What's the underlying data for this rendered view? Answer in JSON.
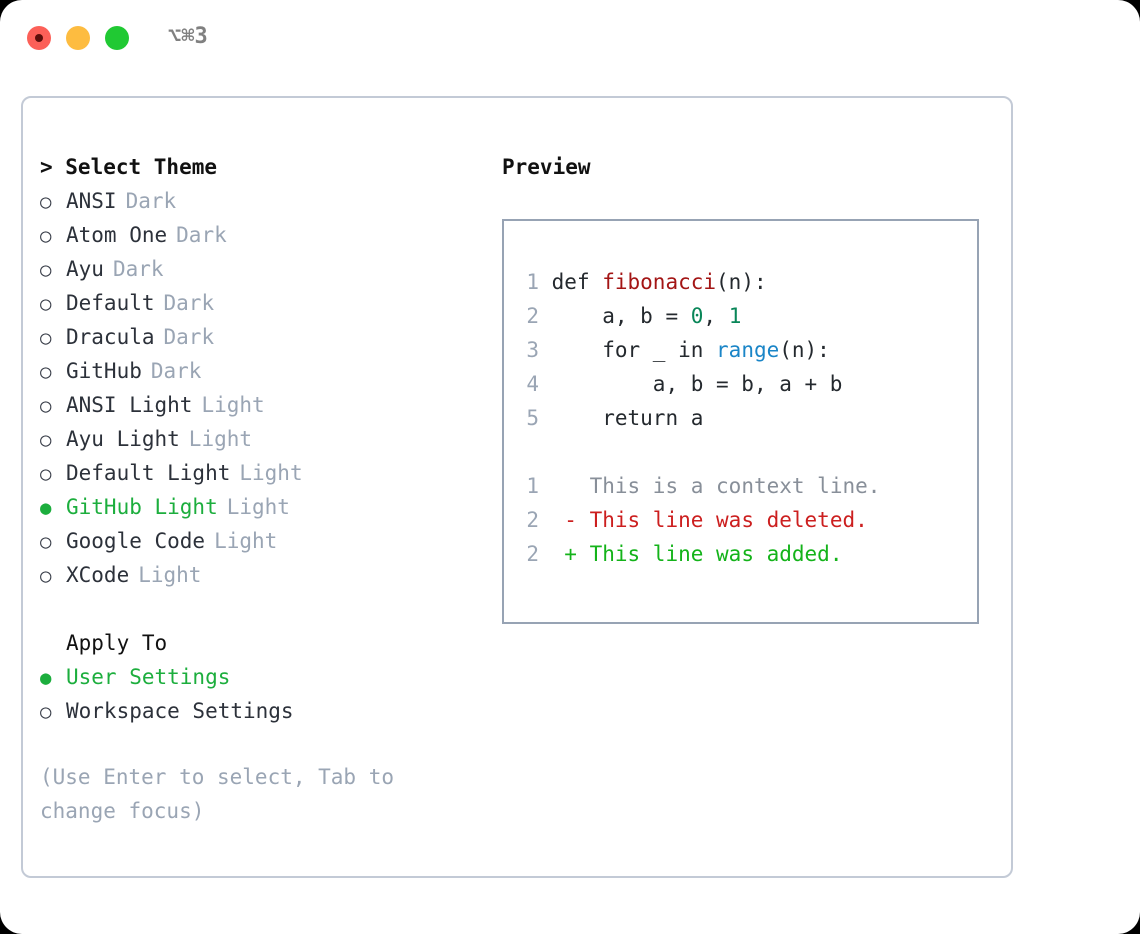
{
  "titlebar": {
    "shortcut": "⌥⌘3",
    "buttons": [
      {
        "name": "close",
        "color": "#fc6058"
      },
      {
        "name": "minimize",
        "color": "#fdbc40"
      },
      {
        "name": "maximize",
        "color": "#20c933"
      }
    ]
  },
  "theme_picker": {
    "title": "> Select Theme",
    "selected_bullet": "●",
    "unselected_bullet": "○",
    "items": [
      {
        "label": "ANSI",
        "badge": "Dark",
        "selected": false
      },
      {
        "label": "Atom One",
        "badge": "Dark",
        "selected": false
      },
      {
        "label": "Ayu",
        "badge": "Dark",
        "selected": false
      },
      {
        "label": "Default",
        "badge": "Dark",
        "selected": false
      },
      {
        "label": "Dracula",
        "badge": "Dark",
        "selected": false
      },
      {
        "label": "GitHub",
        "badge": "Dark",
        "selected": false
      },
      {
        "label": "ANSI Light",
        "badge": "Light",
        "selected": false
      },
      {
        "label": "Ayu Light",
        "badge": "Light",
        "selected": false
      },
      {
        "label": "Default Light",
        "badge": "Light",
        "selected": false
      },
      {
        "label": "GitHub Light",
        "badge": "Light",
        "selected": true
      },
      {
        "label": "Google Code",
        "badge": "Light",
        "selected": false
      },
      {
        "label": "XCode",
        "badge": "Light",
        "selected": false
      }
    ]
  },
  "apply_to": {
    "heading": "Apply To",
    "options": [
      {
        "label": "User Settings",
        "selected": true
      },
      {
        "label": "Workspace Settings",
        "selected": false
      }
    ]
  },
  "hint": "(Use Enter to select, Tab to change focus)",
  "preview": {
    "title": "Preview",
    "code_lines": [
      {
        "num": "1",
        "tokens": [
          {
            "t": "def ",
            "c": "code-text"
          },
          {
            "t": "fibonacci",
            "c": "tok-fn"
          },
          {
            "t": "(n):",
            "c": "code-text"
          }
        ]
      },
      {
        "num": "2",
        "tokens": [
          {
            "t": "    a, b = ",
            "c": "code-text"
          },
          {
            "t": "0",
            "c": "tok-num"
          },
          {
            "t": ", ",
            "c": "code-text"
          },
          {
            "t": "1",
            "c": "tok-num"
          }
        ]
      },
      {
        "num": "3",
        "tokens": [
          {
            "t": "    for _ in ",
            "c": "code-text"
          },
          {
            "t": "range",
            "c": "tok-call"
          },
          {
            "t": "(n):",
            "c": "code-text"
          }
        ]
      },
      {
        "num": "4",
        "tokens": [
          {
            "t": "        a, b = b, a + b",
            "c": "code-text"
          }
        ]
      },
      {
        "num": "5",
        "tokens": [
          {
            "t": "    return a",
            "c": "code-text"
          }
        ]
      }
    ],
    "diff_lines": [
      {
        "num": "1",
        "marker": " ",
        "text": " This is a context line.",
        "kind": "diff-ctx"
      },
      {
        "num": "2",
        "marker": "-",
        "text": " This line was deleted.",
        "kind": "diff-del"
      },
      {
        "num": "2",
        "marker": "+",
        "text": " This line was added.",
        "kind": "diff-add"
      }
    ]
  }
}
